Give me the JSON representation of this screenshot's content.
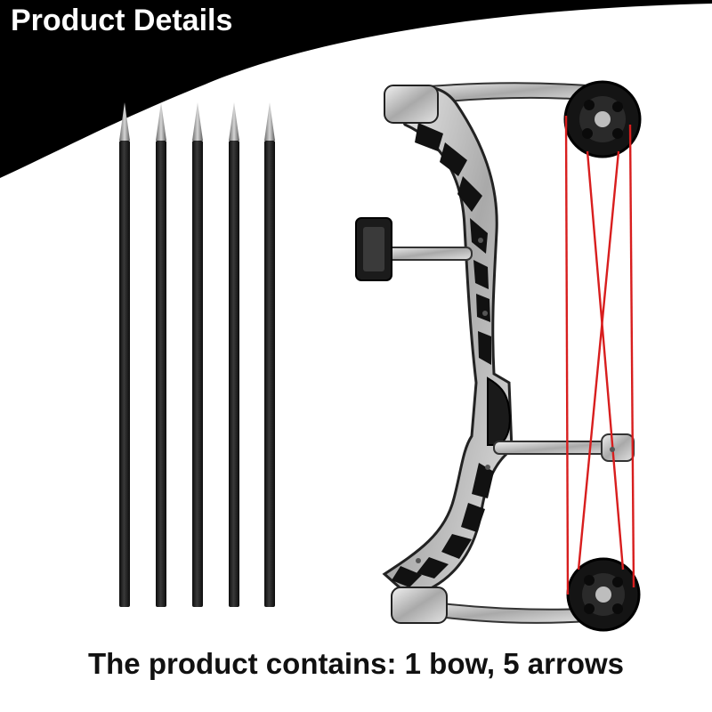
{
  "header": {
    "title": "Product Details"
  },
  "caption": {
    "text": "The product contains: 1 bow, 5 arrows"
  },
  "colors": {
    "banner": "#000000",
    "string": "#d81e1e",
    "riser_metal": "#c9c9c9",
    "arrow_shaft": "#1a1a1a"
  },
  "illustration": {
    "arrows_count": 5,
    "bow_count": 1
  }
}
